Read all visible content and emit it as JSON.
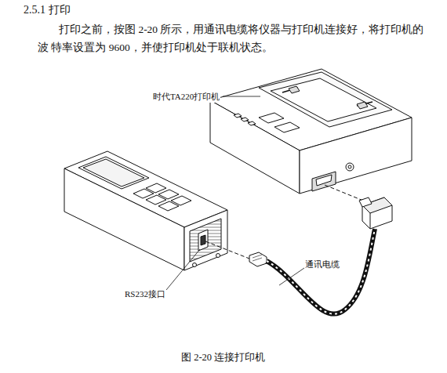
{
  "diagram": {
    "title": "2.5.1 打印",
    "caption": "图 2-20 连接打印机",
    "labels": [
      "打印之前，按图 2-20 所示，用通讯电缆将仪器与打印机连接好，将打印机的波 特率设置为 9600，并使打印机处于联机状态。",
      "时代TA220打印机",
      "通讯电缆",
      "RS232接口"
    ]
  }
}
